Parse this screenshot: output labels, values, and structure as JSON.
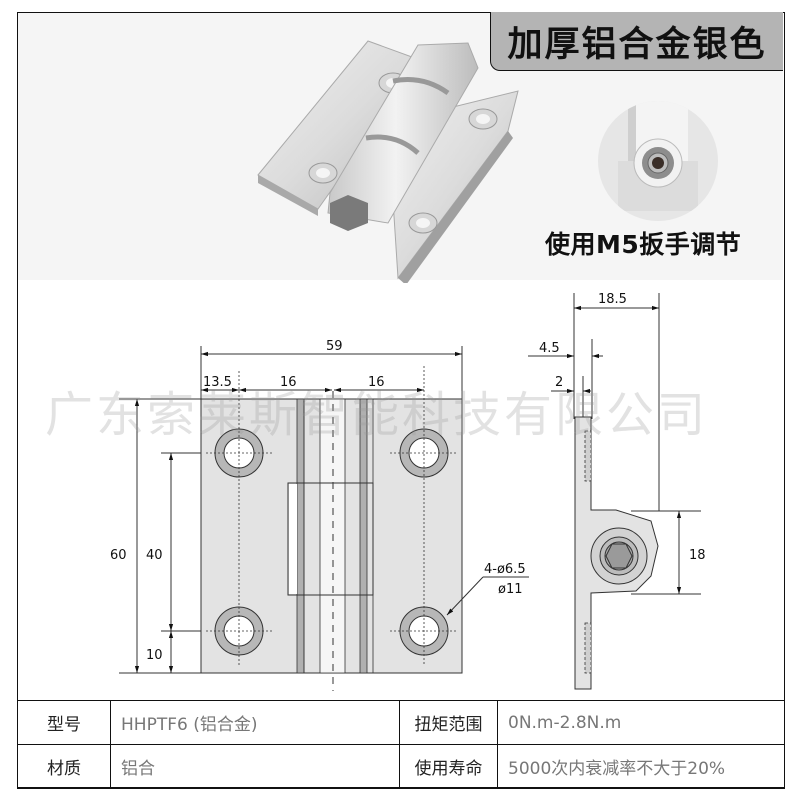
{
  "header": {
    "badge": "加厚铝合金银色",
    "detail_caption": "使用M5扳手调节"
  },
  "watermark": "广东索莱斯智能科技有限公司",
  "drawing": {
    "front_view": {
      "overall_width": "59",
      "hole_offset": "13.5",
      "half_span_left": "16",
      "half_span_right": "16",
      "overall_height": "60",
      "hole_pitch": "40",
      "hole_bottom_offset": "10",
      "hole_callout_line1": "4-ø6.5",
      "hole_callout_line2": "ø11"
    },
    "side_view": {
      "total_depth": "18.5",
      "plate_offset": "4.5",
      "plate_thickness": "2",
      "knuckle_height": "18"
    }
  },
  "specs": {
    "rows": [
      {
        "label1": "型号",
        "value1": "HHPTF6 (铝合金)",
        "label2": "扭矩范围",
        "value2": "0N.m-2.8N.m"
      },
      {
        "label1": "材质",
        "value1": "铝合",
        "label2": "使用寿命",
        "value2": "5000次内衰减率不大于20%"
      }
    ]
  },
  "colors": {
    "badge_bg": "#b4b4b4",
    "photo_bg": "#f5f5f5",
    "plate_fill": "#e3e3e3",
    "value_text": "#777777"
  }
}
